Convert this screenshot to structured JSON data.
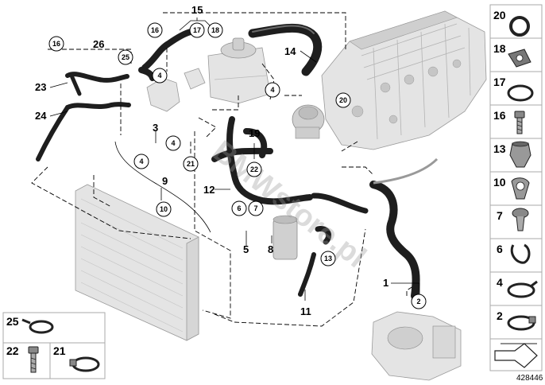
{
  "diagram_id": "428446",
  "watermark": "BMWstore.pl",
  "callouts": {
    "c1": "1",
    "c2": "2",
    "c3": "3",
    "c4a": "4",
    "c4b": "4",
    "c4c": "4",
    "c4d": "4",
    "c5": "5",
    "c6": "6",
    "c7": "7",
    "c8": "8",
    "c9": "9",
    "c10": "10",
    "c11": "11",
    "c12": "12",
    "c13": "13",
    "c14": "14",
    "c15": "15",
    "c16a": "16",
    "c16b": "16",
    "c17": "17",
    "c18": "18",
    "c19": "19",
    "c20": "20",
    "c21": "21",
    "c22": "22",
    "c23": "23",
    "c24": "24",
    "c25": "25",
    "c26": "26"
  },
  "sidebar": {
    "items": [
      {
        "label": "20",
        "icon": "ring-seal-icon"
      },
      {
        "label": "18",
        "icon": "gasket-plate-icon"
      },
      {
        "label": "17",
        "icon": "o-ring-icon"
      },
      {
        "label": "16",
        "icon": "bolt-icon"
      },
      {
        "label": "13",
        "icon": "hose-coupling-icon"
      },
      {
        "label": "10",
        "icon": "holder-clip-icon"
      },
      {
        "label": "7",
        "icon": "expanding-rivet-icon"
      },
      {
        "label": "6",
        "icon": "spring-clip-icon"
      },
      {
        "label": "4",
        "icon": "spring-band-clamp-icon"
      },
      {
        "label": "2",
        "icon": "hose-clamp-icon"
      }
    ]
  },
  "bottom_legend": {
    "items": [
      {
        "label": "25",
        "icon": "clamp-clip-icon"
      },
      {
        "label": "22",
        "icon": "hex-bolt-icon"
      },
      {
        "label": "21",
        "icon": "hose-clamp-icon"
      }
    ]
  }
}
